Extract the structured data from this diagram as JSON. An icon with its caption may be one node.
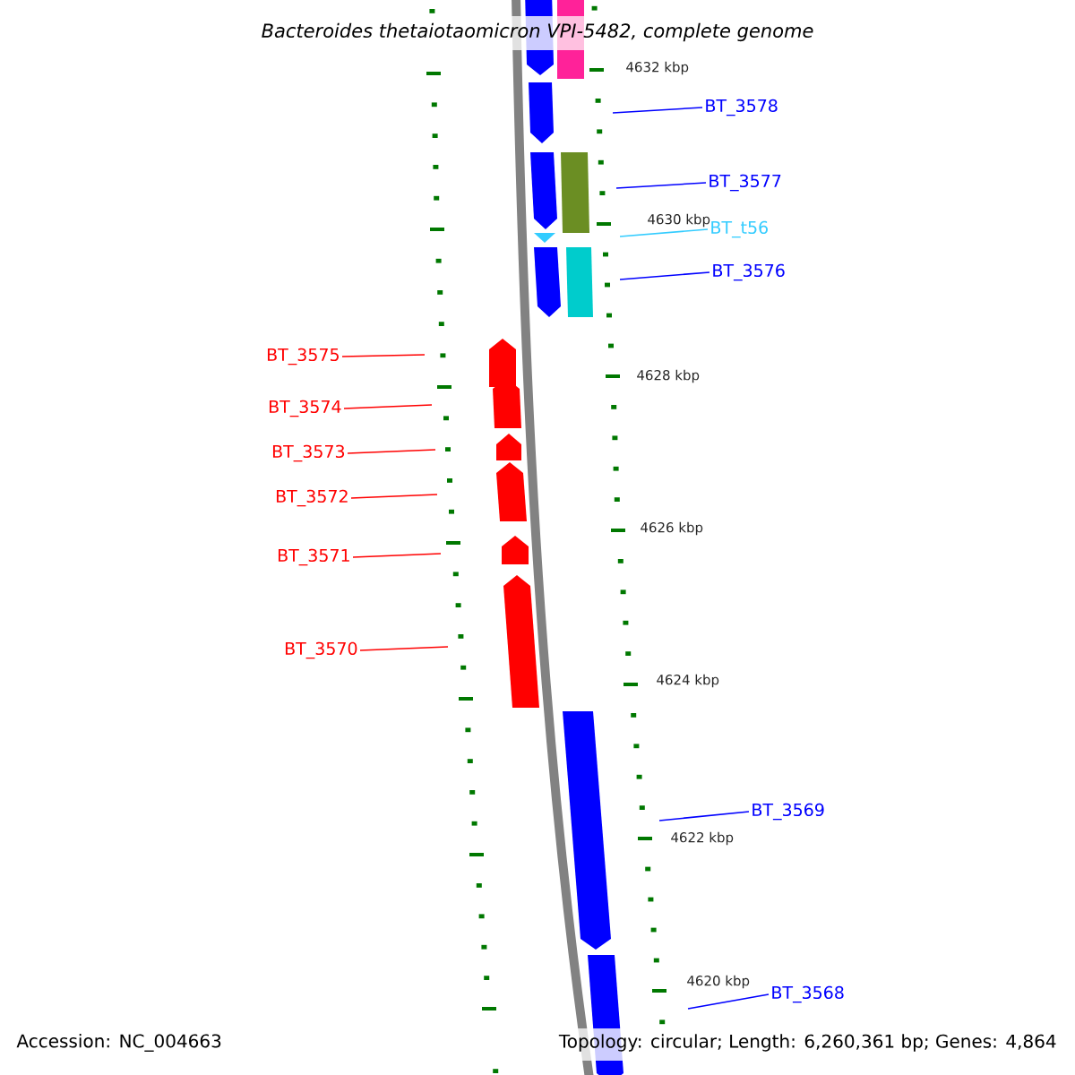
{
  "diagram": {
    "title": "Bacteroides thetaiotaomicron VPI-5482, complete genome",
    "nodes": [
      {
        "text": [
          "BT_3578"
        ]
      },
      {
        "text": [
          "BT_3577"
        ]
      },
      {
        "text": [
          "BT_t56"
        ]
      },
      {
        "text": [
          "BT_3576"
        ]
      },
      {
        "text": [
          "BT_3575"
        ]
      },
      {
        "text": [
          "BT_3574"
        ]
      },
      {
        "text": [
          "BT_3573"
        ]
      },
      {
        "text": [
          "BT_3572"
        ]
      },
      {
        "text": [
          "BT_3571"
        ]
      },
      {
        "text": [
          "BT_3570"
        ]
      },
      {
        "text": [
          "BT_3569"
        ]
      },
      {
        "text": [
          "BT_3568"
        ]
      }
    ],
    "edges": [
      {
        "from": 0,
        "to": null,
        "arrow": "none",
        "color": "#0000ff"
      },
      {
        "from": 1,
        "to": null,
        "arrow": "none",
        "color": "#0000ff"
      },
      {
        "from": 2,
        "to": null,
        "arrow": "none",
        "color": "#33ccff"
      },
      {
        "from": 3,
        "to": null,
        "arrow": "none",
        "color": "#0000ff"
      },
      {
        "from": 4,
        "to": null,
        "arrow": "none",
        "color": "#ff0000"
      },
      {
        "from": 5,
        "to": null,
        "arrow": "none",
        "color": "#ff0000"
      },
      {
        "from": 6,
        "to": null,
        "arrow": "none",
        "color": "#ff0000"
      },
      {
        "from": 7,
        "to": null,
        "arrow": "none",
        "color": "#ff0000"
      },
      {
        "from": 8,
        "to": null,
        "arrow": "none",
        "color": "#ff0000"
      },
      {
        "from": 9,
        "to": null,
        "arrow": "none",
        "color": "#ff0000"
      },
      {
        "from": 10,
        "to": null,
        "arrow": "none",
        "color": "#0000ff"
      },
      {
        "from": 11,
        "to": null,
        "arrow": "none",
        "color": "#0000ff"
      }
    ],
    "labels": [
      "4632 kbp",
      "4630 kbp",
      "4628 kbp",
      "4626 kbp",
      "4624 kbp",
      "4622 kbp",
      "4620 kbp",
      "Accession: NC_004663",
      "Topology: circular; Length: 6,260,361 bp; Genes: 4,864"
    ]
  }
}
